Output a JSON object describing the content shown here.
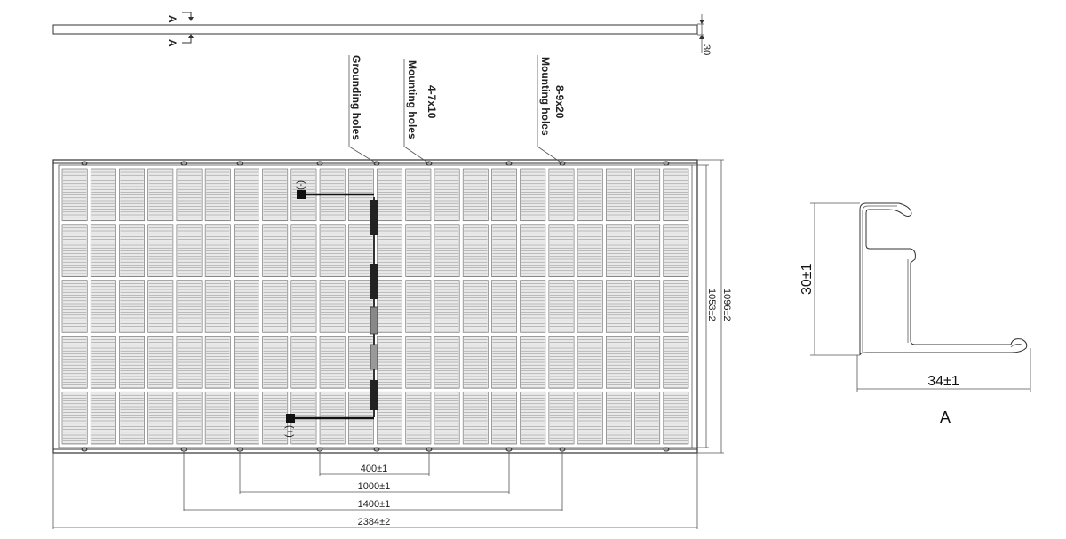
{
  "side_view": {
    "section_marker_top": "A",
    "section_marker_bottom": "A",
    "thickness": "30"
  },
  "callouts": {
    "grounding": "Grounding holes",
    "mount_small_size": "4-7x10",
    "mount_small_label": "Mounting holes",
    "mount_large_size": "8-9x20",
    "mount_large_label": "Mounting holes"
  },
  "cables": {
    "negative": "(-)",
    "positive": "(+)"
  },
  "dimensions": {
    "d400": "400±1",
    "d1000": "1000±1",
    "d1400": "1400±1",
    "length": "2384±2",
    "inner_width": "1053±2",
    "width": "1096±2"
  },
  "section": {
    "height": "30±1",
    "width": "34±1",
    "label": "A"
  }
}
